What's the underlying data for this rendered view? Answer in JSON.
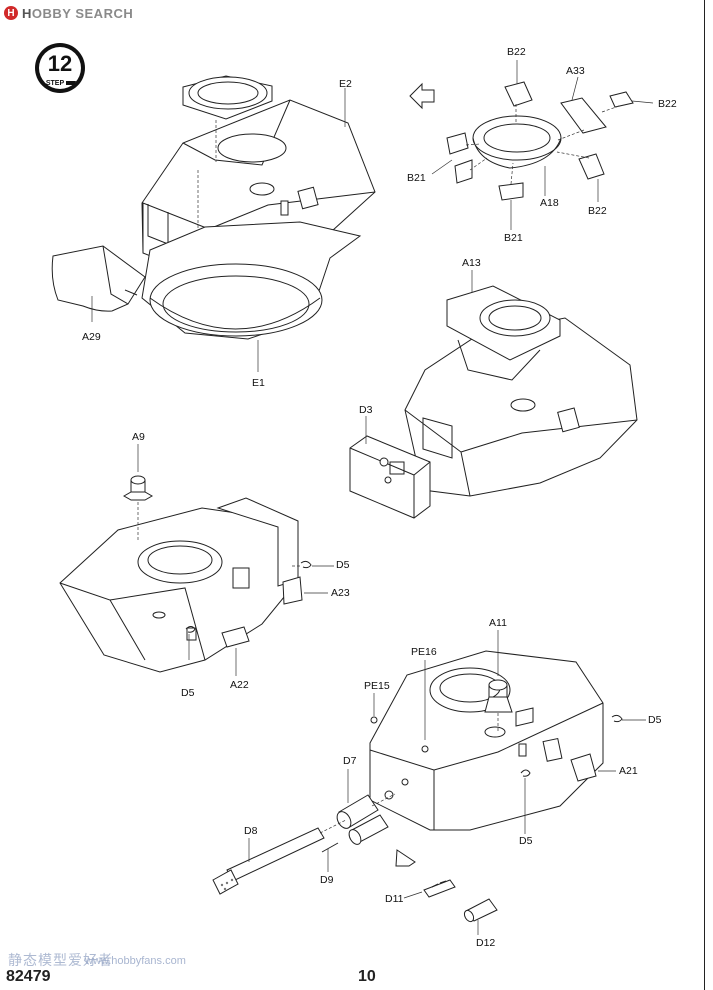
{
  "header": {
    "logo_letter": "H",
    "brand_prefix": "H",
    "brand_main": "OBBY",
    "brand_suffix": "SEARCH"
  },
  "step": {
    "number": "12",
    "label": "STEP"
  },
  "labels": {
    "E2": "E2",
    "A29": "A29",
    "E1": "E1",
    "B22_top": "B22",
    "A33": "A33",
    "B22_right": "B22",
    "B21_left": "B21",
    "A18": "A18",
    "B22_bottom": "B22",
    "B21_bottom": "B21",
    "A13": "A13",
    "D3": "D3",
    "A9": "A9",
    "D5_mid": "D5",
    "A23": "A23",
    "D5_low": "D5",
    "A22": "A22",
    "A11": "A11",
    "PE16": "PE16",
    "PE15": "PE15",
    "D5_right": "D5",
    "D7": "D7",
    "A21": "A21",
    "D8": "D8",
    "D5_bottom": "D5",
    "D9": "D9",
    "D11": "D11",
    "D12": "D12"
  },
  "footer": {
    "code": "82479",
    "page": "10"
  },
  "watermark": {
    "cn": "静态模型爱好者",
    "url": "www.hobbyfans.com"
  }
}
